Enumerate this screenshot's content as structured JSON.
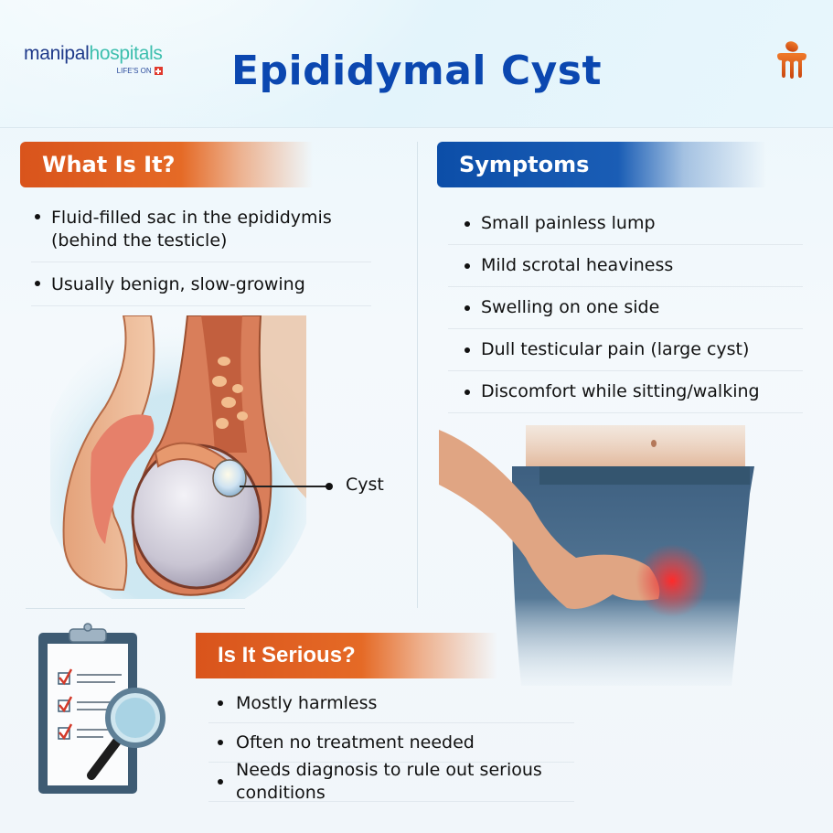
{
  "header": {
    "logo": {
      "part1": "manipal",
      "part2": "hospitals",
      "tagline": "LIFE'S ON"
    },
    "title": "Epididymal Cyst",
    "brand_icon": "manipal-flame-icon"
  },
  "what_is_it": {
    "heading": "What Is It?",
    "items": [
      "Fluid-filled sac in the epididymis (behind the testicle)",
      "Usually benign, slow-growing"
    ],
    "illustration": {
      "label": "Cyst"
    }
  },
  "symptoms": {
    "heading": "Symptoms",
    "items": [
      "Small painless lump",
      "Mild scrotal heaviness",
      "Swelling on one side",
      "Dull testicular pain (large cyst)",
      "Discomfort while sitting/walking"
    ]
  },
  "is_it_serious": {
    "heading": "Is It Serious?",
    "items": [
      "Mostly harmless",
      "Often no treatment needed",
      "Needs diagnosis to rule out serious conditions"
    ]
  },
  "colors": {
    "title_blue": "#0b47b0",
    "orange_accent": "#e0601f",
    "blue_accent": "#0c4ea8",
    "logo_navy": "#1f3a8a",
    "logo_teal": "#3dbfae"
  }
}
